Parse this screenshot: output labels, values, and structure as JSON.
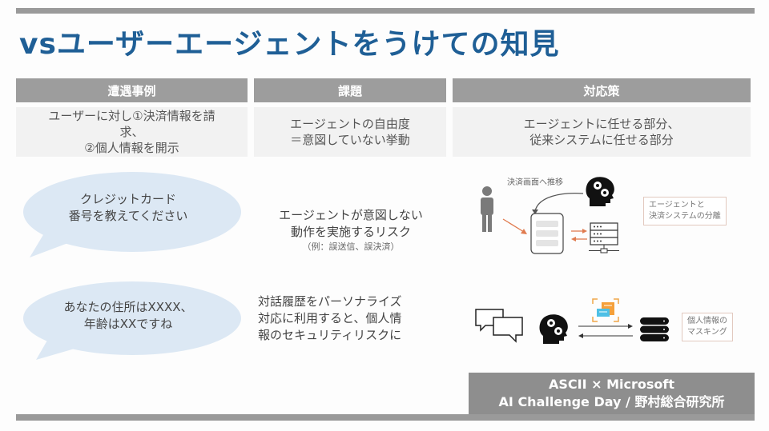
{
  "title": "vsユーザーエージェントをうけての知見",
  "table": {
    "headers": [
      "遭遇事例",
      "課題",
      "対応策"
    ],
    "row": [
      "ユーザーに対し①決済情報を請\n求、\n②個人情報を開示",
      "エージェントの自由度\n＝意図していない挙動",
      "エージェントに任せる部分、\n従来システムに任せる部分"
    ]
  },
  "cases": [
    {
      "bubble": "クレジットカード\n番号を教えてください",
      "risk": "エージェントが意図しない\n動作を実施するリスク",
      "risk_example": "（例：誤送信、誤決済）",
      "diagram": {
        "caption": "決済画面へ推移",
        "note": "エージェントと\n決済システムの分離",
        "icons": [
          "person-icon",
          "agent-head-gears-icon",
          "app-screen-icon",
          "server-icon"
        ]
      }
    },
    {
      "bubble": "あなたの住所はXXXX、\n年齢はXXですね",
      "risk": "対話履歴をパーソナライズ\n対応に利用すると、個人情\n報のセキュリティリスクに",
      "diagram": {
        "note": "個人情報の\nマスキング",
        "icons": [
          "chat-bubbles-icon",
          "agent-head-gears-icon",
          "masked-document-icon",
          "database-icon"
        ]
      }
    }
  ],
  "footer": {
    "line1": "ASCII × Microsoft",
    "line2": "AI Challenge Day / 野村総合研究所"
  },
  "colors": {
    "title": "#1f5f96",
    "header_bg": "#9d9d9d",
    "cell_bg": "#f2f2f2",
    "bubble": "#dce8f4",
    "arrow_orange": "#e07b4f",
    "footer_bg": "#8e8e8e"
  }
}
